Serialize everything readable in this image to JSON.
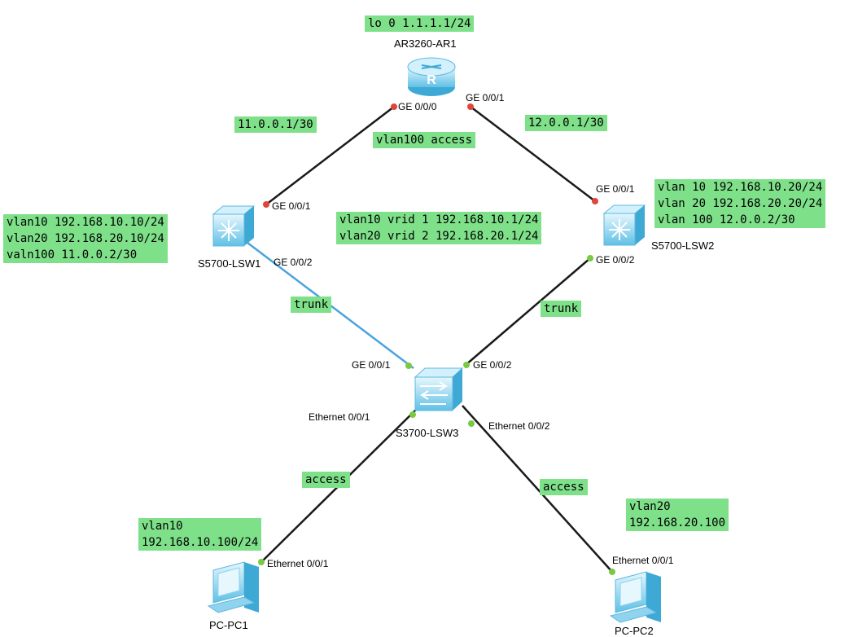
{
  "devices": {
    "ar1": {
      "name": "AR3260-AR1",
      "icon": "router-icon"
    },
    "lsw1": {
      "name": "S5700-LSW1",
      "icon": "l3-switch-icon"
    },
    "lsw2": {
      "name": "S5700-LSW2",
      "icon": "l3-switch-icon"
    },
    "lsw3": {
      "name": "S3700-LSW3",
      "icon": "l2-switch-icon"
    },
    "pc1": {
      "name": "PC-PC1",
      "icon": "pc-icon"
    },
    "pc2": {
      "name": "PC-PC2",
      "icon": "pc-icon"
    }
  },
  "ports": {
    "ar1_ge000": "GE 0/0/0",
    "ar1_ge001": "GE 0/0/1",
    "lsw1_ge001": "GE 0/0/1",
    "lsw1_ge002": "GE 0/0/2",
    "lsw2_ge001": "GE 0/0/1",
    "lsw2_ge002": "GE 0/0/2",
    "lsw3_ge001": "GE 0/0/1",
    "lsw3_ge002": "GE 0/0/2",
    "lsw3_eth001": "Ethernet 0/0/1",
    "lsw3_eth002": "Ethernet 0/0/2",
    "pc1_eth001": "Ethernet 0/0/1",
    "pc2_eth001": "Ethernet 0/0/1"
  },
  "labels": {
    "loopback": "lo 0 1.1.1.1/24",
    "link_ar1_lsw1": "11.0.0.1/30",
    "link_ar1_lsw2": "12.0.0.1/30",
    "vlan100_access": "vlan100 access",
    "lsw1_config": [
      "vlan10 192.168.10.10/24",
      "vlan20 192.168.20.10/24",
      "valn100 11.0.0.2/30"
    ],
    "lsw2_config": [
      "vlan 10 192.168.10.20/24",
      "vlan 20 192.168.20.20/24",
      "vlan 100 12.0.0.2/30"
    ],
    "vrrp": [
      "vlan10 vrid 1 192.168.10.1/24",
      "vlan20 vrid 2 192.168.20.1/24"
    ],
    "trunk_left": "trunk",
    "trunk_right": "trunk",
    "access_left": "access",
    "access_right": "access",
    "pc1_config": [
      "vlan10",
      "192.168.10.100/24"
    ],
    "pc2_config": [
      "vlan20",
      "192.168.20.100"
    ]
  },
  "colors": {
    "label_bg": "#7fe08a",
    "link": "#1a1a1a",
    "trunk_link": "#4aa3df",
    "port_down": "#e0453a",
    "port_up": "#7ac943",
    "device_light": "#c8ecfb",
    "device_dark": "#3fa9d6"
  }
}
